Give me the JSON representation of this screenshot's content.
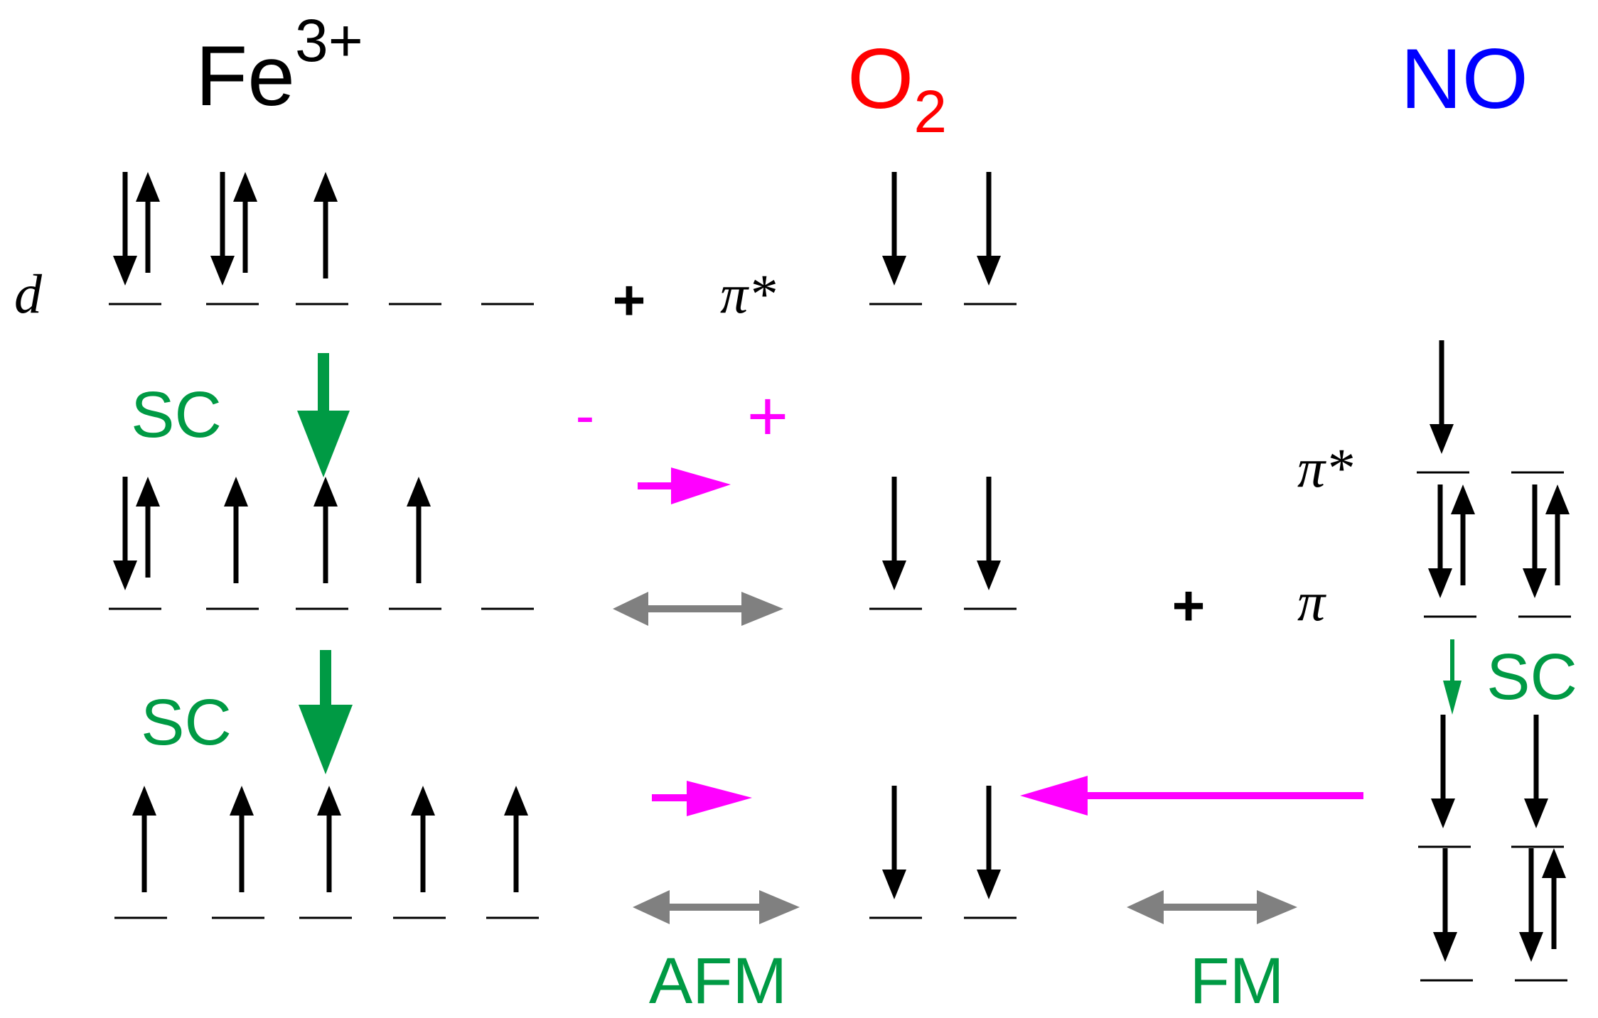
{
  "headers": {
    "fe_base": "Fe",
    "fe_sup": "3+",
    "o2_base": "O",
    "o2_sub": "2",
    "no": "NO"
  },
  "labels": {
    "d": "d",
    "pi_star_o2": "π*",
    "pi_star_no": "π*",
    "pi_no": "π",
    "plus_1": "+",
    "plus_2": "+",
    "minus_sign": "-",
    "plus_sign": "+",
    "sc_1": "SC",
    "sc_2": "SC",
    "sc_3": "SC",
    "afm": "AFM",
    "fm": "FM"
  },
  "colors": {
    "fe": "#000000",
    "o2": "#ff0000",
    "no": "#0000ff",
    "green": "#009a44",
    "magenta": "#ff00ff",
    "gray": "#808080",
    "black": "#000000"
  },
  "occupations": {
    "fe_row1": [
      "down-up",
      "down-up",
      "up",
      "empty",
      "empty"
    ],
    "fe_row2": [
      "down-up",
      "up",
      "up",
      "up",
      "empty"
    ],
    "fe_row3": [
      "up",
      "up",
      "up",
      "up",
      "up"
    ],
    "o2_row1": [
      "down",
      "down"
    ],
    "o2_row2": [
      "down",
      "down"
    ],
    "o2_row3": [
      "down",
      "down"
    ],
    "no_pi_star": [
      "down",
      "empty"
    ],
    "no_pi": [
      "down-up",
      "down-up"
    ],
    "no_after_upper": [
      "down",
      "down"
    ],
    "no_after_lower": [
      "down",
      "down-up"
    ]
  }
}
